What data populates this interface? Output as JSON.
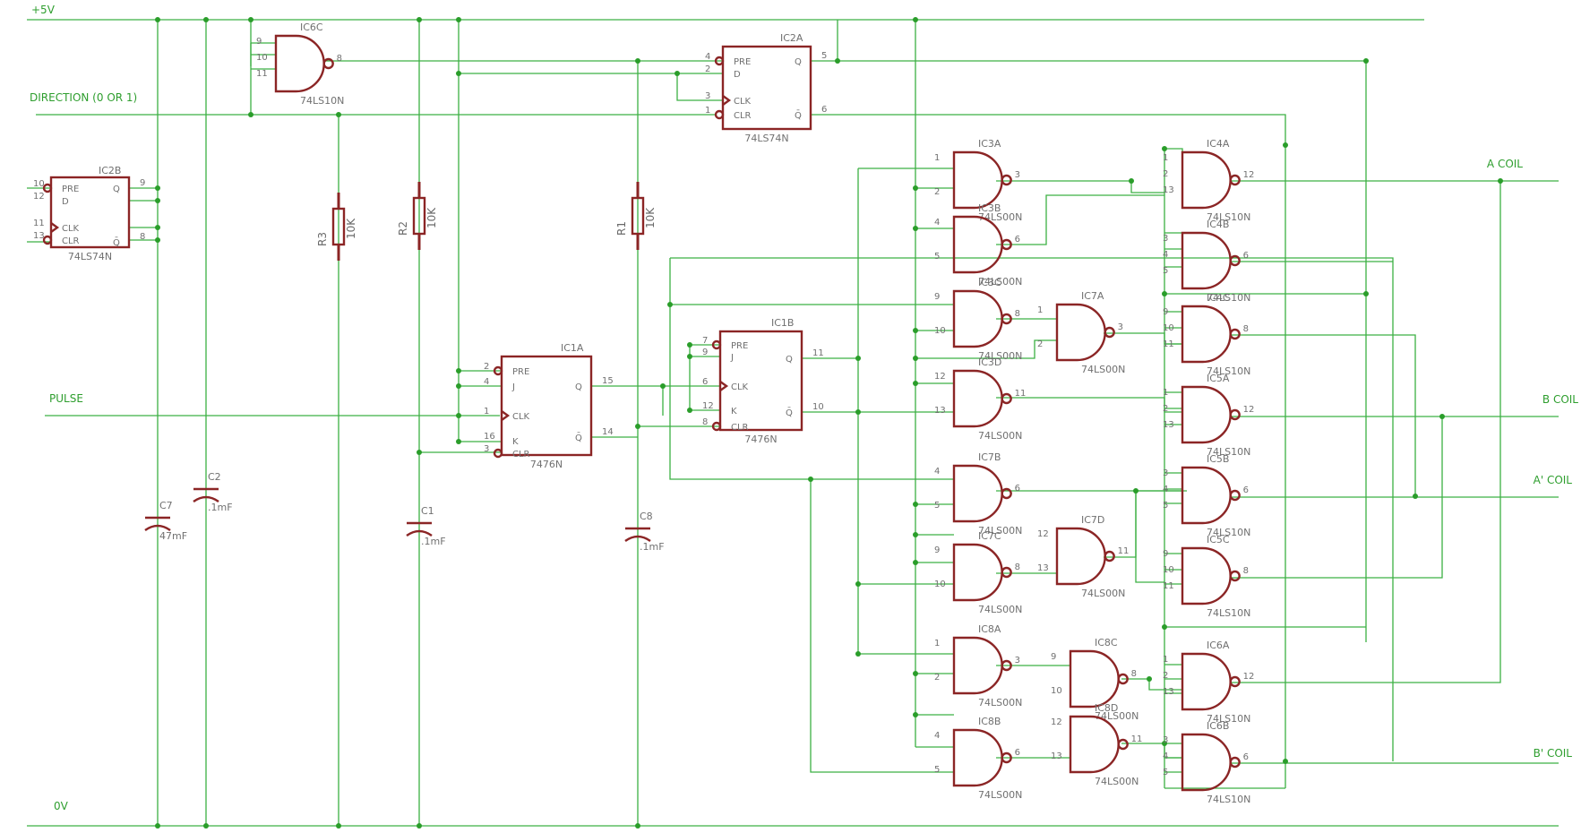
{
  "nets": {
    "vcc": "+5V",
    "gnd": "0V",
    "direction": "DIRECTION (0 OR 1)",
    "pulse": "PULSE",
    "a_coil": "A COIL",
    "b_coil": "B COIL",
    "a_prime_coil": "A' COIL",
    "b_prime_coil": "B' COIL"
  },
  "flipflops": [
    {
      "id": "ic2b",
      "name": "IC2B",
      "type": "74LS74N",
      "pins": [
        "PRE",
        "D",
        "CLK",
        "CLR",
        "Q",
        "Q̄"
      ],
      "pinnums": [
        "10",
        "12",
        "11",
        "13",
        "9",
        "8"
      ]
    },
    {
      "id": "ic2a",
      "name": "IC2A",
      "type": "74LS74N",
      "pins": [
        "PRE",
        "D",
        "CLK",
        "CLR",
        "Q",
        "Q̄"
      ],
      "pinnums": [
        "4",
        "2",
        "3",
        "1",
        "5",
        "6"
      ]
    },
    {
      "id": "ic1a",
      "name": "IC1A",
      "type": "7476N",
      "pins": [
        "PRE",
        "J",
        "CLK",
        "K",
        "CLR",
        "Q",
        "Q̄"
      ],
      "pinnums": [
        "2",
        "4",
        "1",
        "16",
        "3",
        "15",
        "14"
      ]
    },
    {
      "id": "ic1b",
      "name": "IC1B",
      "type": "7476N",
      "pins": [
        "PRE",
        "J",
        "CLK",
        "K",
        "CLR",
        "Q",
        "Q̄"
      ],
      "pinnums": [
        "7",
        "9",
        "6",
        "12",
        "8",
        "11",
        "10"
      ]
    }
  ],
  "gates": [
    {
      "id": "ic6c",
      "name": "IC6C",
      "type": "74LS10N",
      "inputs": [
        "9",
        "10",
        "11"
      ],
      "output": "8"
    },
    {
      "id": "ic3a",
      "name": "IC3A",
      "type": "74LS00N",
      "inputs": [
        "1",
        "2"
      ],
      "output": "3"
    },
    {
      "id": "ic3b",
      "name": "IC3B",
      "type": "74LS00N",
      "inputs": [
        "4",
        "5"
      ],
      "output": "6"
    },
    {
      "id": "ic3c",
      "name": "IC3C",
      "type": "74LS00N",
      "inputs": [
        "9",
        "10"
      ],
      "output": "8"
    },
    {
      "id": "ic3d",
      "name": "IC3D",
      "type": "74LS00N",
      "inputs": [
        "12",
        "13"
      ],
      "output": "11"
    },
    {
      "id": "ic7b",
      "name": "IC7B",
      "type": "74LS00N",
      "inputs": [
        "4",
        "5"
      ],
      "output": "6"
    },
    {
      "id": "ic7c",
      "name": "IC7C",
      "type": "74LS00N",
      "inputs": [
        "9",
        "10"
      ],
      "output": "8"
    },
    {
      "id": "ic8a",
      "name": "IC8A",
      "type": "74LS00N",
      "inputs": [
        "1",
        "2"
      ],
      "output": "3"
    },
    {
      "id": "ic8b",
      "name": "IC8B",
      "type": "74LS00N",
      "inputs": [
        "4",
        "5"
      ],
      "output": "6"
    },
    {
      "id": "ic7a",
      "name": "IC7A",
      "type": "74LS00N",
      "inputs": [
        "1",
        "2"
      ],
      "output": "3"
    },
    {
      "id": "ic7d",
      "name": "IC7D",
      "type": "74LS00N",
      "inputs": [
        "12",
        "13"
      ],
      "output": "11"
    },
    {
      "id": "ic8c",
      "name": "IC8C",
      "type": "74LS00N",
      "inputs": [
        "9",
        "10"
      ],
      "output": "8"
    },
    {
      "id": "ic8d",
      "name": "IC8D",
      "type": "74LS00N",
      "inputs": [
        "12",
        "13"
      ],
      "output": "11"
    },
    {
      "id": "ic4a",
      "name": "IC4A",
      "type": "74LS10N",
      "inputs": [
        "1",
        "2",
        "13"
      ],
      "output": "12"
    },
    {
      "id": "ic4b",
      "name": "IC4B",
      "type": "74LS10N",
      "inputs": [
        "3",
        "4",
        "5"
      ],
      "output": "6"
    },
    {
      "id": "ic4c",
      "name": "IC4C",
      "type": "74LS10N",
      "inputs": [
        "9",
        "10",
        "11"
      ],
      "output": "8"
    },
    {
      "id": "ic5a",
      "name": "IC5A",
      "type": "74LS10N",
      "inputs": [
        "1",
        "2",
        "13"
      ],
      "output": "12"
    },
    {
      "id": "ic5b",
      "name": "IC5B",
      "type": "74LS10N",
      "inputs": [
        "3",
        "4",
        "5"
      ],
      "output": "6"
    },
    {
      "id": "ic5c",
      "name": "IC5C",
      "type": "74LS10N",
      "inputs": [
        "9",
        "10",
        "11"
      ],
      "output": "8"
    },
    {
      "id": "ic6a",
      "name": "IC6A",
      "type": "74LS10N",
      "inputs": [
        "1",
        "2",
        "13"
      ],
      "output": "12"
    },
    {
      "id": "ic6b",
      "name": "IC6B",
      "type": "74LS10N",
      "inputs": [
        "3",
        "4",
        "5"
      ],
      "output": "6"
    }
  ],
  "resistors": [
    {
      "id": "r3",
      "name": "R3",
      "value": "10K"
    },
    {
      "id": "r2",
      "name": "R2",
      "value": "10K"
    },
    {
      "id": "r1",
      "name": "R1",
      "value": "10K"
    }
  ],
  "capacitors": [
    {
      "id": "c7",
      "name": "C7",
      "value": "47mF",
      "polarized": true
    },
    {
      "id": "c2",
      "name": "C2",
      "value": ".1mF",
      "polarized": true
    },
    {
      "id": "c1",
      "name": "C1",
      "value": ".1mF",
      "polarized": true
    },
    {
      "id": "c8",
      "name": "C8",
      "value": ".1mF",
      "polarized": true
    }
  ],
  "colors": {
    "wire": "#3cb043",
    "component": "#8b2525",
    "junction": "#2a9d2a",
    "pin_label": "#707070",
    "net_label": "#2e9e2e"
  }
}
